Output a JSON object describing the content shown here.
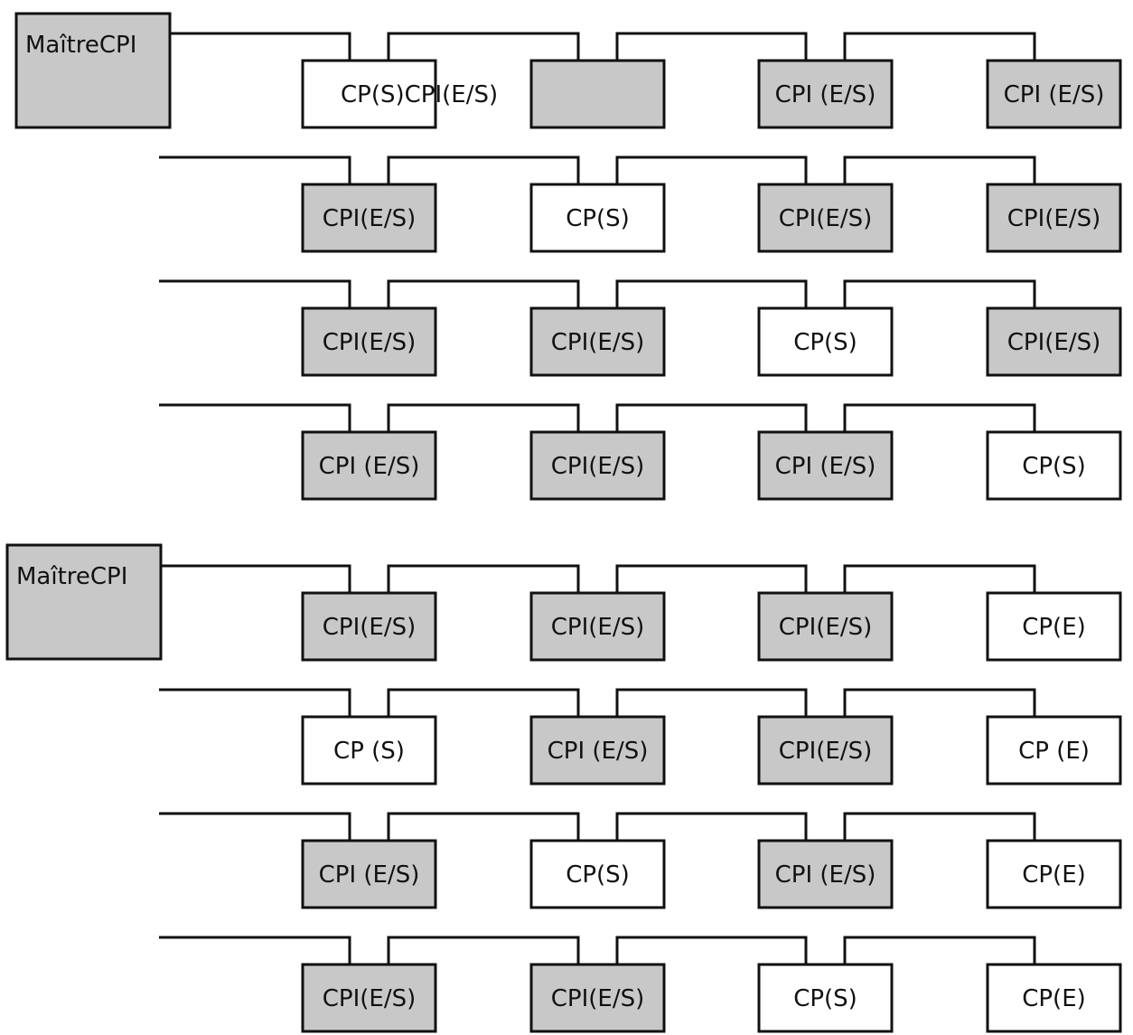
{
  "colors": {
    "shaded": "#c8c8c8",
    "plain": "#ffffff",
    "stroke": "#111111"
  },
  "diagrams": [
    {
      "master": {
        "label": "MaîtreCPI",
        "shaded": true
      },
      "rows": [
        [
          {
            "label": "CP(S)CPI(E/S)",
            "shaded": false
          },
          {
            "label": "",
            "shaded": true
          },
          {
            "label": "CPI (E/S)",
            "shaded": true
          },
          {
            "label": "CPI (E/S)",
            "shaded": true
          }
        ],
        [
          {
            "label": "CPI(E/S)",
            "shaded": true
          },
          {
            "label": "CP(S)",
            "shaded": false
          },
          {
            "label": "CPI(E/S)",
            "shaded": true
          },
          {
            "label": "CPI(E/S)",
            "shaded": true
          }
        ],
        [
          {
            "label": "CPI(E/S)",
            "shaded": true
          },
          {
            "label": "CPI(E/S)",
            "shaded": true
          },
          {
            "label": "CP(S)",
            "shaded": false
          },
          {
            "label": "CPI(E/S)",
            "shaded": true
          }
        ],
        [
          {
            "label": "CPI (E/S)",
            "shaded": true
          },
          {
            "label": "CPI(E/S)",
            "shaded": true
          },
          {
            "label": "CPI (E/S)",
            "shaded": true
          },
          {
            "label": "CP(S)",
            "shaded": false
          }
        ]
      ]
    },
    {
      "master": {
        "label": "MaîtreCPI",
        "shaded": true
      },
      "rows": [
        [
          {
            "label": "CPI(E/S)",
            "shaded": true
          },
          {
            "label": "CPI(E/S)",
            "shaded": true
          },
          {
            "label": "CPI(E/S)",
            "shaded": true
          },
          {
            "label": "CP(E)",
            "shaded": false
          }
        ],
        [
          {
            "label": "CP (S)",
            "shaded": false
          },
          {
            "label": "CPI (E/S)",
            "shaded": true
          },
          {
            "label": "CPI(E/S)",
            "shaded": true
          },
          {
            "label": "CP (E)",
            "shaded": false
          }
        ],
        [
          {
            "label": "CPI (E/S)",
            "shaded": true
          },
          {
            "label": "CP(S)",
            "shaded": false
          },
          {
            "label": "CPI (E/S)",
            "shaded": true
          },
          {
            "label": "CP(E)",
            "shaded": false
          }
        ],
        [
          {
            "label": "CPI(E/S)",
            "shaded": true
          },
          {
            "label": "CPI(E/S)",
            "shaded": true
          },
          {
            "label": "CP(S)",
            "shaded": false
          },
          {
            "label": "CP(E)",
            "shaded": false
          }
        ]
      ]
    }
  ]
}
